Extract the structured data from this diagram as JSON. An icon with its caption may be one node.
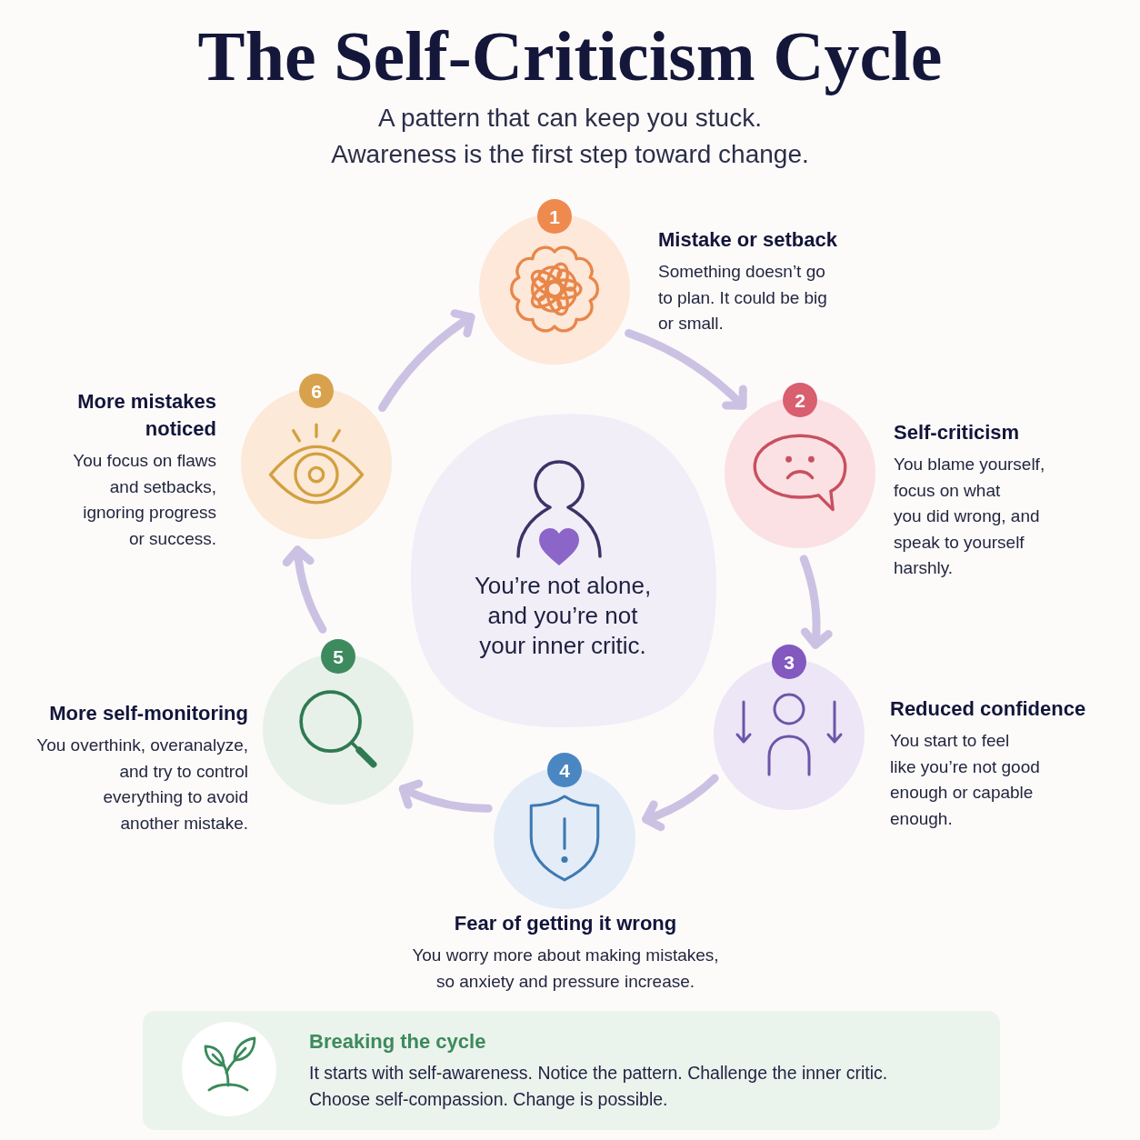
{
  "diagram": {
    "title": "The Self-Criticism Cycle",
    "nodes": [
      {
        "text": [
          "1"
        ],
        "beside": [
          "Mistake or setback",
          "Something doesn’t go to plan. It could be big or small."
        ]
      },
      {
        "text": [
          "2"
        ],
        "beside": [
          "Self-criticism",
          "You blame yourself, focus on what you did wrong, and speak to yourself harshly."
        ]
      },
      {
        "text": [
          "3"
        ],
        "beside": [
          "Reduced confidence",
          "You start to feel like you’re not good enough or capable enough."
        ]
      },
      {
        "text": [
          "4"
        ],
        "beside": [
          "Fear of getting it wrong",
          "You worry more about making mistakes, so anxiety and pressure increase."
        ]
      },
      {
        "text": [
          "5"
        ],
        "beside": [
          "More self-monitoring",
          "You overthink, overanalyze, and try to control everything to avoid another mistake."
        ]
      },
      {
        "text": [
          "6"
        ],
        "beside": [
          "More mistakes noticed",
          "You focus on flaws and setbacks, ignoring progress or success."
        ]
      },
      {
        "text": [
          "You’re not alone, and you’re not your inner critic."
        ]
      },
      {
        "text": [
          "Breaking the cycle",
          "It starts with self-awareness. Notice the pattern. Challenge the inner critic. Choose self-compassion. Change is possible."
        ]
      }
    ],
    "edges": [
      {
        "from": 0,
        "to": 1,
        "arrow": "to"
      },
      {
        "from": 1,
        "to": 2,
        "arrow": "to"
      },
      {
        "from": 2,
        "to": 3,
        "arrow": "to"
      },
      {
        "from": 3,
        "to": 4,
        "arrow": "to"
      },
      {
        "from": 4,
        "to": 5,
        "arrow": "to"
      },
      {
        "from": 5,
        "to": 0,
        "arrow": "to"
      }
    ],
    "labels": [
      "A pattern that can keep you stuck.",
      "Awareness is the first step toward change."
    ]
  }
}
